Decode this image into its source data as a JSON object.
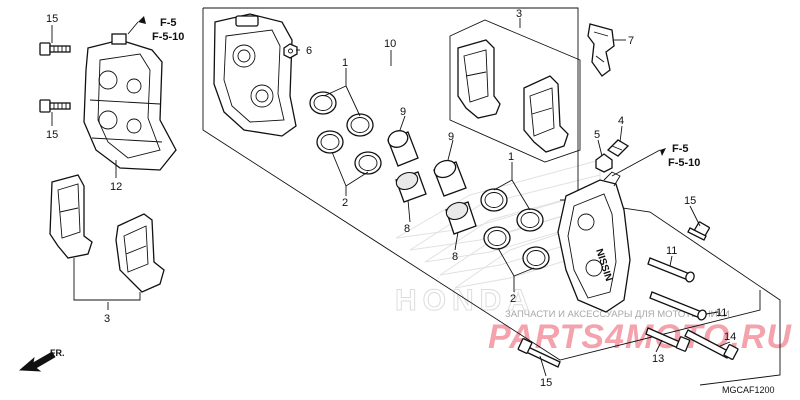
{
  "diagram": {
    "part_callouts": {
      "c15a": "15",
      "c15b": "15",
      "c15c": "15",
      "c15d": "15",
      "c12": "12",
      "c3a": "3",
      "c3b": "3",
      "c6": "6",
      "c10": "10",
      "c1a": "1",
      "c1b": "1",
      "c2a": "2",
      "c2b": "2",
      "c9a": "9",
      "c9b": "9",
      "c8a": "8",
      "c8b": "8",
      "c7": "7",
      "c5": "5",
      "c4": "4",
      "c11a": "11",
      "c11b": "11",
      "c13": "13",
      "c14": "14"
    },
    "references": {
      "ref_left_1": "F-5",
      "ref_left_2": "F-5-10",
      "ref_right_1": "F-5",
      "ref_right_2": "F-5-10"
    },
    "direction_label": "FR.",
    "diagram_code": "MGCAF1200",
    "caliper_brand": "NISSIN",
    "watermark": {
      "brand": "HONDA",
      "site_text": "PARTS4MOTO.RU",
      "sub_text": "ЗАПЧАСТИ И АКСЕССУАРЫ ДЛЯ МОТОТЕХНИКИ"
    },
    "colors": {
      "line": "#111111",
      "watermark_red": "#e8334a",
      "watermark_grey": "#bdbdbd"
    }
  }
}
